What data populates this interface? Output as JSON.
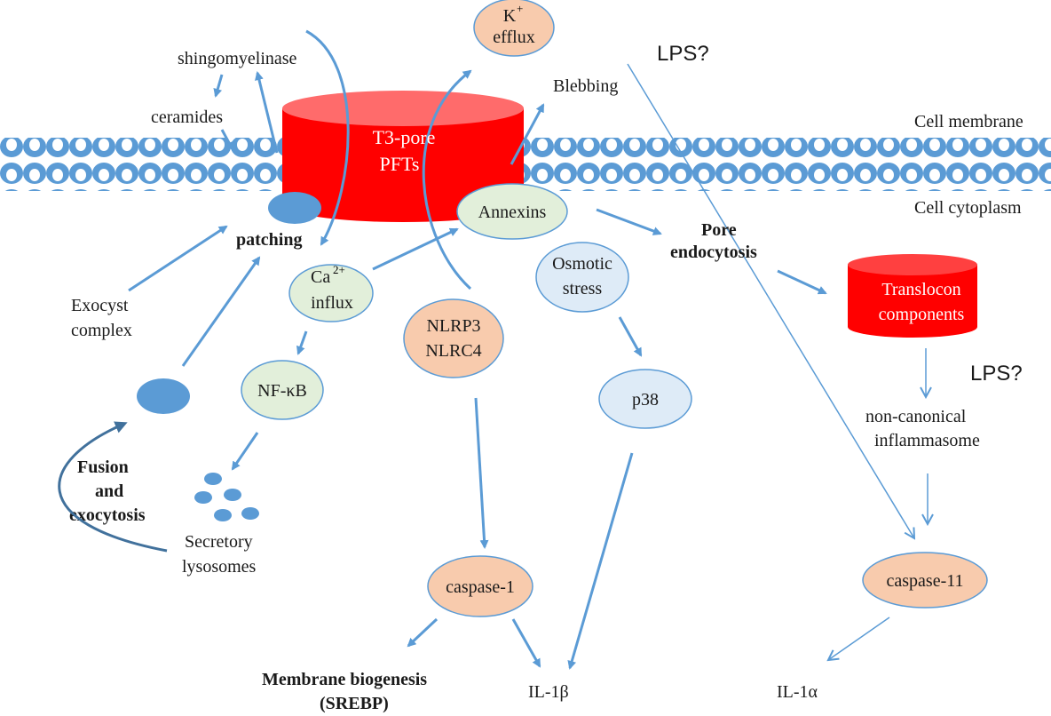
{
  "labels": {
    "k_efflux_line1": "K",
    "k_efflux_sup": "+",
    "k_efflux_line2": "efflux",
    "lps_top": "LPS?",
    "lps_right": "LPS?",
    "shingomyelinase": "shingomyelinase",
    "ceramides": "ceramides",
    "blebbing": "Blebbing",
    "cell_membrane": "Cell membrane",
    "cell_cytoplasm": "Cell cytoplasm",
    "pore_line1": "T3-pore",
    "pore_line2": "PFTs",
    "annexins": "Annexins",
    "patching": "patching",
    "pore_endocytosis_line1": "Pore",
    "pore_endocytosis_line2": "endocytosis",
    "osmotic_line1": "Osmotic",
    "osmotic_line2": "stress",
    "ca_line1": "Ca",
    "ca_sup": "2+",
    "ca_line2": "influx",
    "translocon_line1": "Translocon",
    "translocon_line2": "components",
    "exocyst_line1": "Exocyst",
    "exocyst_line2": "complex",
    "nlrp3": "NLRP3",
    "nlrc4": "NLRC4",
    "nfkb": "NF-κB",
    "p38": "p38",
    "noncanonical_line1": "non-canonical",
    "noncanonical_line2": "inflammasome",
    "fusion_line1": "Fusion",
    "fusion_line2": "and",
    "fusion_line3": "exocytosis",
    "secretory_line1": "Secretory",
    "secretory_line2": "lysosomes",
    "caspase1": "caspase-1",
    "caspase11": "caspase-11",
    "membrane_biogenesis_line1": "Membrane biogenesis",
    "membrane_biogenesis_line2": "(SREBP)",
    "il1b": "IL-1β",
    "il1a": "IL-1α"
  },
  "colors": {
    "membrane": "#5b9bd5",
    "arrow": "#5b9bd5",
    "pore_red": "#ff0000",
    "pore_top": "#ff6b6b",
    "peach": "#f8cbad",
    "green_light": "#e2efda",
    "blue_light": "#deebf7",
    "vesicle": "#5b9bd5",
    "dark_arrow": "#41719c"
  }
}
